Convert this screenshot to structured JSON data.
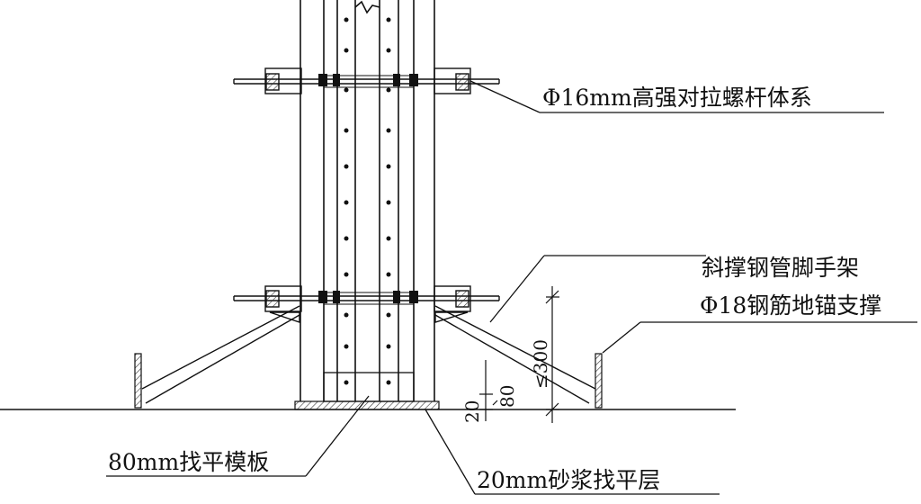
{
  "labels": {
    "tie_rod": "Φ16mm高强对拉螺杆体系",
    "diagonal_brace": "斜撑钢管脚手架",
    "anchor_support": "Φ18钢筋地锚支撑",
    "leveling_formwork": "80mm找平模板",
    "mortar_layer": "20mm砂浆找平层"
  },
  "dimensions": {
    "d20": "20",
    "d80": "80",
    "d300": "≤300"
  },
  "colors": {
    "line": "#111111",
    "hatch": "#555555"
  }
}
